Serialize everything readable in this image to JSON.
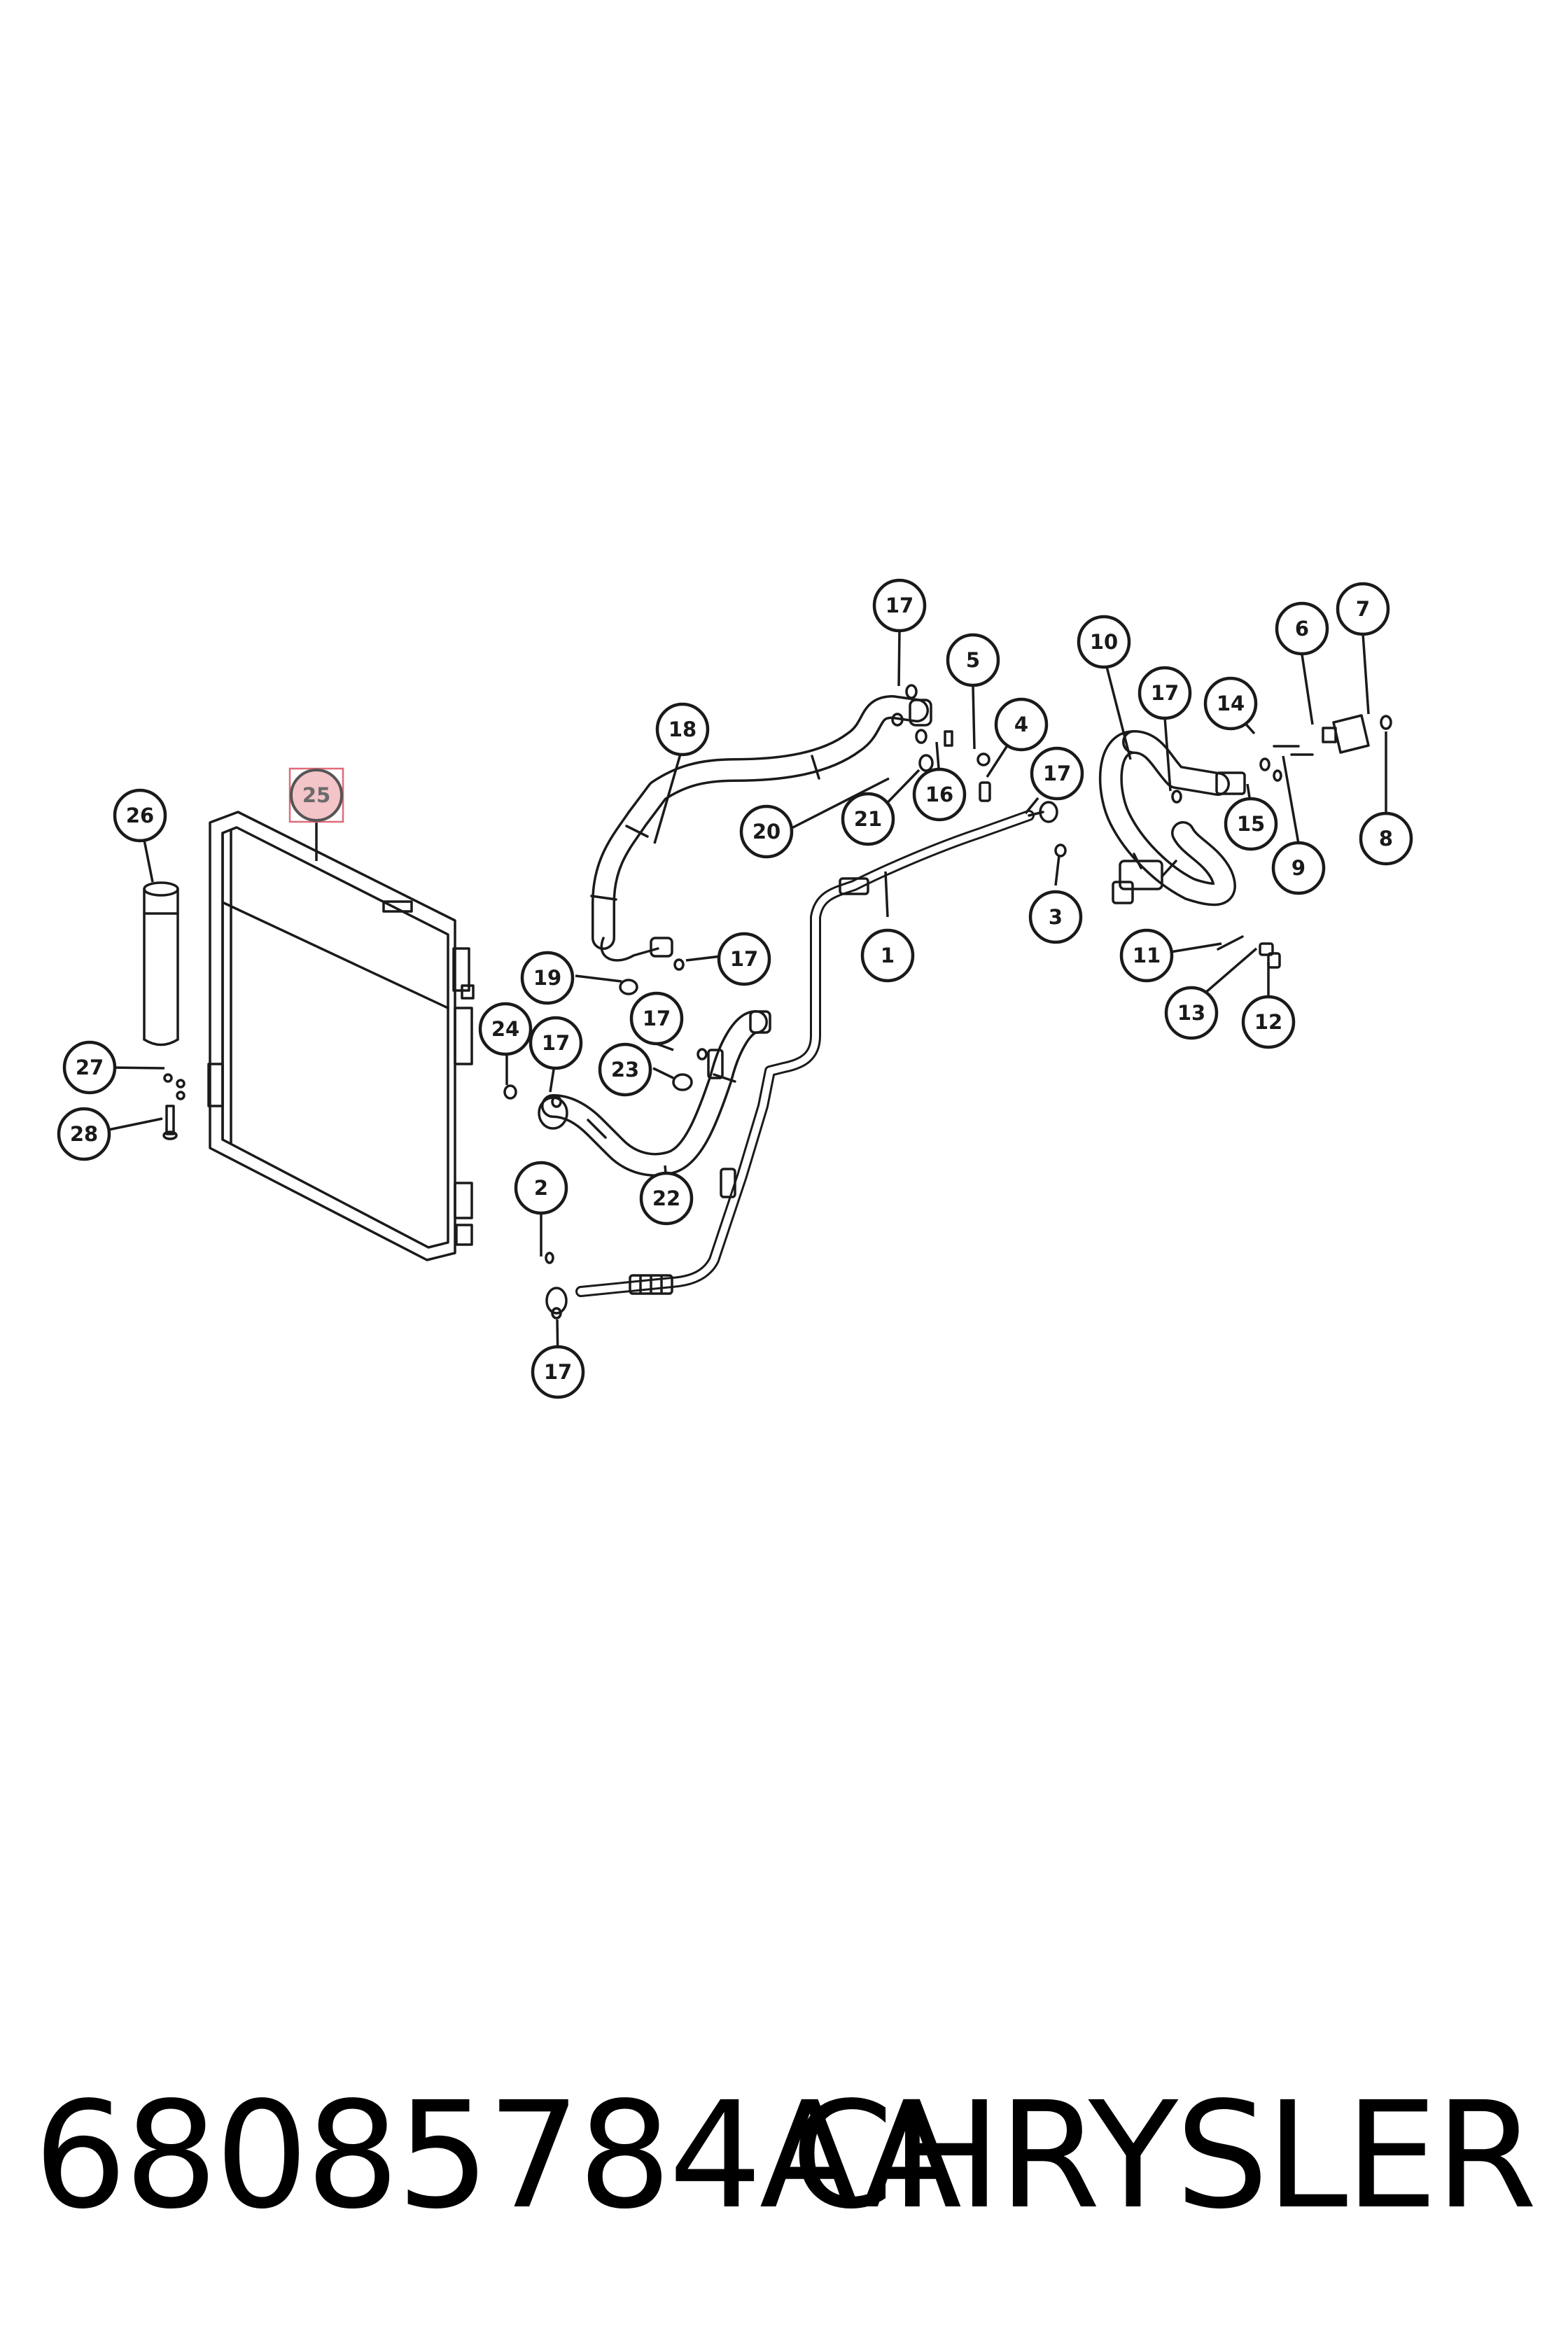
{
  "diagram": {
    "callouts": [
      {
        "label": "1",
        "highlight": false
      },
      {
        "label": "2",
        "highlight": false
      },
      {
        "label": "3",
        "highlight": false
      },
      {
        "label": "4",
        "highlight": false
      },
      {
        "label": "5",
        "highlight": false
      },
      {
        "label": "6",
        "highlight": false
      },
      {
        "label": "7",
        "highlight": false
      },
      {
        "label": "8",
        "highlight": false
      },
      {
        "label": "9",
        "highlight": false
      },
      {
        "label": "10",
        "highlight": false
      },
      {
        "label": "11",
        "highlight": false
      },
      {
        "label": "12",
        "highlight": false
      },
      {
        "label": "13",
        "highlight": false
      },
      {
        "label": "14",
        "highlight": false
      },
      {
        "label": "15",
        "highlight": false
      },
      {
        "label": "16",
        "highlight": false
      },
      {
        "label": "17",
        "highlight": false
      },
      {
        "label": "17",
        "highlight": false
      },
      {
        "label": "17",
        "highlight": false
      },
      {
        "label": "17",
        "highlight": false
      },
      {
        "label": "17",
        "highlight": false
      },
      {
        "label": "17",
        "highlight": false
      },
      {
        "label": "17",
        "highlight": false
      },
      {
        "label": "18",
        "highlight": false
      },
      {
        "label": "19",
        "highlight": false
      },
      {
        "label": "20",
        "highlight": false
      },
      {
        "label": "21",
        "highlight": false
      },
      {
        "label": "22",
        "highlight": false
      },
      {
        "label": "23",
        "highlight": false
      },
      {
        "label": "24",
        "highlight": false
      },
      {
        "label": "25",
        "highlight": true
      },
      {
        "label": "26",
        "highlight": false
      },
      {
        "label": "27",
        "highlight": false
      },
      {
        "label": "28",
        "highlight": false
      }
    ],
    "highlight_color": "#f3c4c8",
    "highlight_border_color": "#e06a78"
  },
  "footer": {
    "part_number": "68085784AA",
    "brand": "CHRYSLER"
  }
}
